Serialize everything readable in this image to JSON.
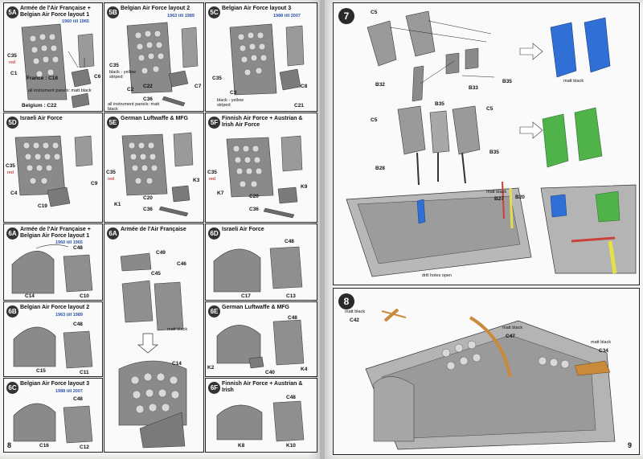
{
  "page_left": {
    "page_number": "8",
    "panels": [
      {
        "id": "5a",
        "badge": "5A",
        "title": "Armée de l'Air Française + Belgian Air Force layout 1",
        "subtitle": "1960 till 1965",
        "labels": [
          "C1",
          "C35",
          "red",
          "France : C18",
          "C6",
          "all instrument panels: matt black",
          "Belgium : C22"
        ]
      },
      {
        "id": "5b",
        "badge": "5B",
        "title": "Belgian Air Force layout 2",
        "subtitle": "1963 till 1989",
        "labels": [
          "C35",
          "black - yellow striped",
          "C2",
          "C22",
          "C7",
          "C36",
          "all instrument panels: matt black"
        ]
      },
      {
        "id": "5c",
        "badge": "5C",
        "title": "Belgian Air Force layout 3",
        "subtitle": "1988 till 2007",
        "labels": [
          "C35",
          "C3",
          "black - yellow striped",
          "C8",
          "C21"
        ]
      },
      {
        "id": "5d",
        "badge": "5D",
        "title": "Israeli Air Force",
        "subtitle": "",
        "labels": [
          "C35",
          "red",
          "C4",
          "C19",
          "C9"
        ]
      },
      {
        "id": "5e",
        "badge": "5E",
        "title": "German Luftwaffe & MFG",
        "subtitle": "",
        "labels": [
          "C35",
          "red",
          "K1",
          "C20",
          "C36",
          "K3"
        ]
      },
      {
        "id": "5f",
        "badge": "5F",
        "title": "Finnish Air Force + Austrian & Irish Air Force",
        "subtitle": "",
        "labels": [
          "C35",
          "red",
          "K7",
          "C20",
          "C36",
          "K9"
        ]
      },
      {
        "id": "6a",
        "badge": "6A",
        "title": "Armée de l'Air Française + Belgian Air Force layout 1",
        "subtitle": "1960 till 1965",
        "labels": [
          "C48",
          "C14",
          "C10"
        ]
      },
      {
        "id": "6a2",
        "badge": "6A",
        "title": "Armée de l'Air Française",
        "subtitle": "",
        "labels": [
          "C49",
          "C45",
          "C46",
          "matt black",
          "C14"
        ]
      },
      {
        "id": "6d",
        "badge": "6D",
        "title": "Israeli Air Force",
        "subtitle": "",
        "labels": [
          "C48",
          "C17",
          "C13"
        ]
      },
      {
        "id": "6b",
        "badge": "6B",
        "title": "Belgian Air Force layout 2",
        "subtitle": "1963 till 1989",
        "labels": [
          "C48",
          "C15",
          "C11"
        ]
      },
      {
        "id": "6e",
        "badge": "6E",
        "title": "German Luftwaffe & MFG",
        "subtitle": "",
        "labels": [
          "C48",
          "K2",
          "C40",
          "K4"
        ]
      },
      {
        "id": "6c",
        "badge": "6C",
        "title": "Belgian Air Force layout 3",
        "subtitle": "1988 till 2007",
        "labels": [
          "C48",
          "C16",
          "C12"
        ]
      },
      {
        "id": "6f",
        "badge": "6F",
        "title": "Finnish Air Force + Austrian & Irish",
        "subtitle": "",
        "labels": [
          "C48",
          "K8",
          "K10"
        ]
      }
    ]
  },
  "page_right": {
    "page_number": "9",
    "step7": {
      "badge": "7",
      "labels": [
        "C5",
        "B32",
        "B33",
        "B35",
        "matt black",
        "B35",
        "C5",
        "C5",
        "B35",
        "B28",
        "matt black",
        "B27",
        "B20",
        "drill holes open"
      ]
    },
    "step8": {
      "badge": "8",
      "labels": [
        "matt black",
        "C42",
        "matt black",
        "C47",
        "matt black",
        "C34"
      ]
    }
  },
  "colors": {
    "blue_part": "#2f6fd6",
    "green_part": "#4fb34a",
    "yellow_part": "#e4e04a",
    "red_part": "#c9413d",
    "copper_part": "#c98a3c",
    "grey_part": "#8e8e8e"
  }
}
